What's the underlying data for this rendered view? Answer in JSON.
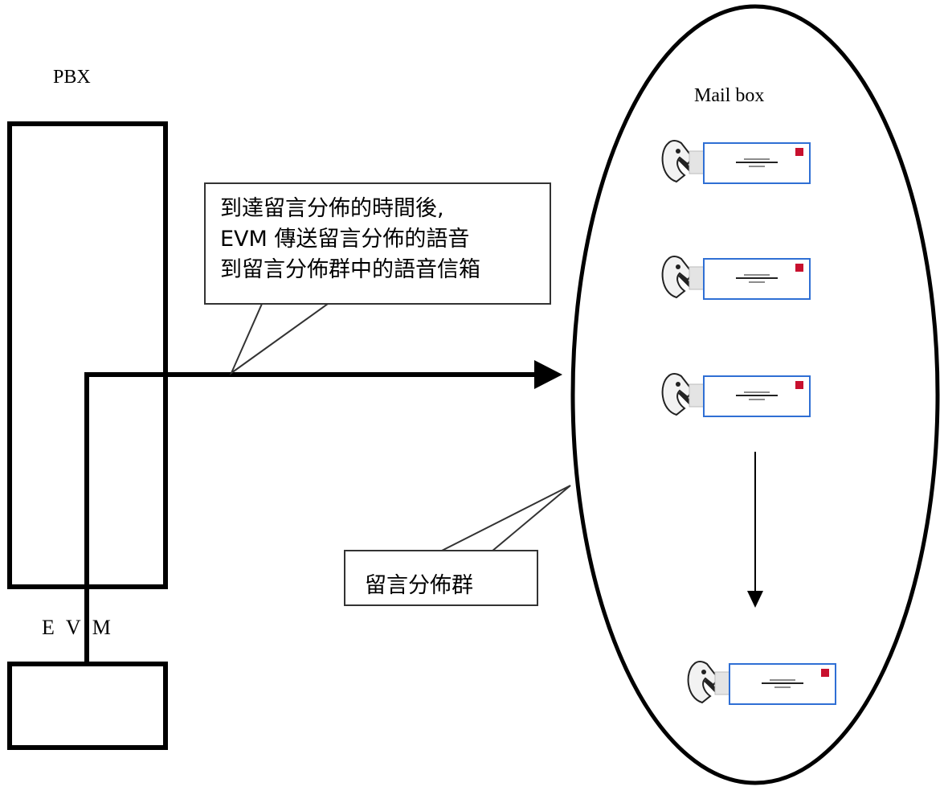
{
  "diagram": {
    "pbx_label": "PBX",
    "evm_label": "E V M",
    "mailbox_label": "Mail box",
    "delivery_callout": {
      "lines": [
        "到達留言分佈的時間後,",
        "EVM 傳送留言分佈的語音",
        "到留言分佈群中的語音信箱"
      ]
    },
    "group_callout": {
      "text": "留言分佈群"
    },
    "mailbox_entries": [
      {
        "icon": "voicemail-icon"
      },
      {
        "icon": "voicemail-icon"
      },
      {
        "icon": "voicemail-icon"
      },
      {
        "icon": "voicemail-icon"
      }
    ],
    "colors": {
      "envelope_border": "#2f6fd4",
      "envelope_flag": "#c8102e",
      "line": "#000000"
    }
  }
}
